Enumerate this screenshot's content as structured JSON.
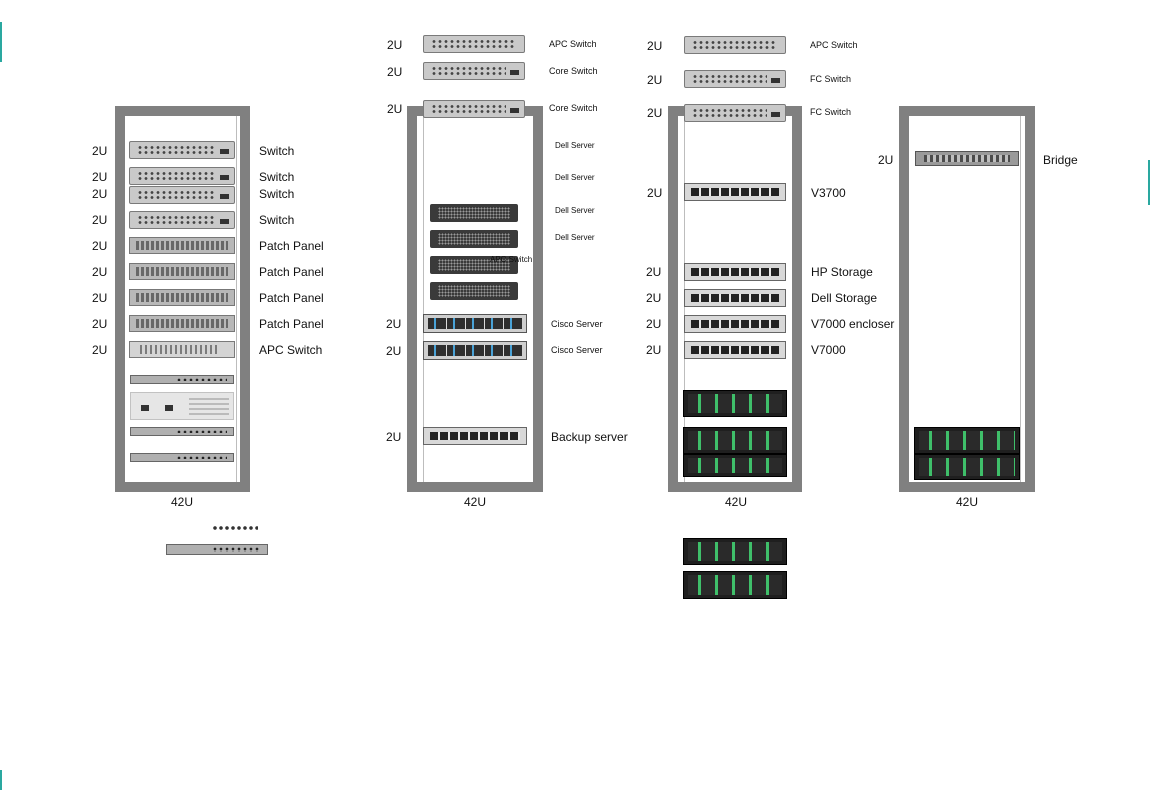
{
  "racks": [
    {
      "size_label": "42U",
      "devices": [
        {
          "u": "2U",
          "label": "Switch"
        },
        {
          "u": "2U",
          "label": "Switch"
        },
        {
          "u": "2U",
          "label": "Switch"
        },
        {
          "u": "2U",
          "label": "Switch"
        },
        {
          "u": "2U",
          "label": "Patch Panel"
        },
        {
          "u": "2U",
          "label": "Patch Panel"
        },
        {
          "u": "2U",
          "label": "Patch Panel"
        },
        {
          "u": "2U",
          "label": "Patch Panel"
        },
        {
          "u": "2U",
          "label": "APC Switch"
        }
      ]
    },
    {
      "size_label": "42U",
      "top_devices": [
        {
          "u": "2U",
          "label": "APC Switch"
        },
        {
          "u": "2U",
          "label": "Core Switch"
        },
        {
          "u": "2U",
          "label": "Core Switch"
        }
      ],
      "devices": [
        {
          "label": "Dell Server"
        },
        {
          "label": "Dell Server"
        },
        {
          "label": "Dell Server"
        },
        {
          "label": "Dell Server"
        },
        {
          "label": "APC Switch"
        },
        {
          "u": "2U",
          "label": "Cisco Server"
        },
        {
          "u": "2U",
          "label": "Cisco Server"
        },
        {
          "u": "2U",
          "label": "Backup server"
        }
      ]
    },
    {
      "size_label": "42U",
      "top_devices": [
        {
          "u": "2U",
          "label": "APC Switch"
        },
        {
          "u": "2U",
          "label": "FC Switch"
        },
        {
          "u": "2U",
          "label": "FC Switch"
        }
      ],
      "devices": [
        {
          "u": "2U",
          "label": "V3700"
        },
        {
          "u": "2U",
          "label": "HP Storage"
        },
        {
          "u": "2U",
          "label": "Dell Storage"
        },
        {
          "u": "2U",
          "label": "V7000 encloser"
        },
        {
          "u": "2U",
          "label": "V7000"
        }
      ]
    },
    {
      "size_label": "42U",
      "devices": [
        {
          "u": "2U",
          "label": "Bridge"
        }
      ]
    }
  ],
  "colors": {
    "rack_frame": "#808080",
    "accent_marks": "#2aa8a0",
    "drive_led": "#3fbf6a",
    "cisco_led": "#4aa3d8"
  }
}
